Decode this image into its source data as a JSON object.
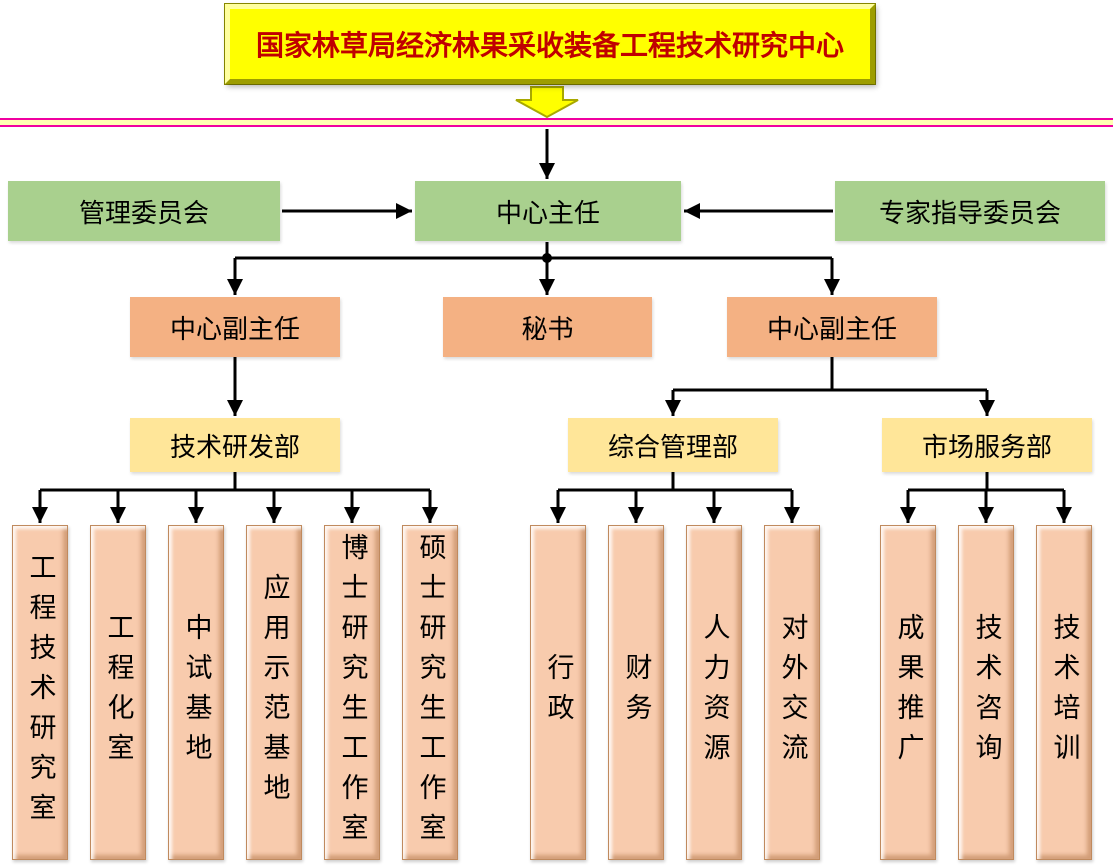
{
  "title": "国家林草局经济林果采收装备工程技术研究中心",
  "boxes": {
    "management_committee": "管理委员会",
    "center_director": "中心主任",
    "expert_committee": "专家指导委员会",
    "deputy_director_left": "中心副主任",
    "secretary": "秘书",
    "deputy_director_right": "中心副主任",
    "rd_department": "技术研发部",
    "admin_department": "综合管理部",
    "market_department": "市场服务部"
  },
  "units": {
    "rd": [
      "工程技术研究室",
      "工程化室",
      "中试基地",
      "应用示范基地",
      "博士研究生工作室",
      "硕士研究生工作室"
    ],
    "admin": [
      "行政",
      "财务",
      "人力资源",
      "对外交流"
    ],
    "market": [
      "成果推广",
      "技术咨询",
      "技术培训"
    ]
  },
  "colors": {
    "title_bg": "#FFFF00",
    "title_text": "#C00000",
    "level1_bg": "#A9D08E",
    "level2_bg": "#F4B183",
    "dept_bg": "#FFE699",
    "unit_bg": "#F8CBAD",
    "ribbon": "#F000A0",
    "connector": "#000000"
  }
}
